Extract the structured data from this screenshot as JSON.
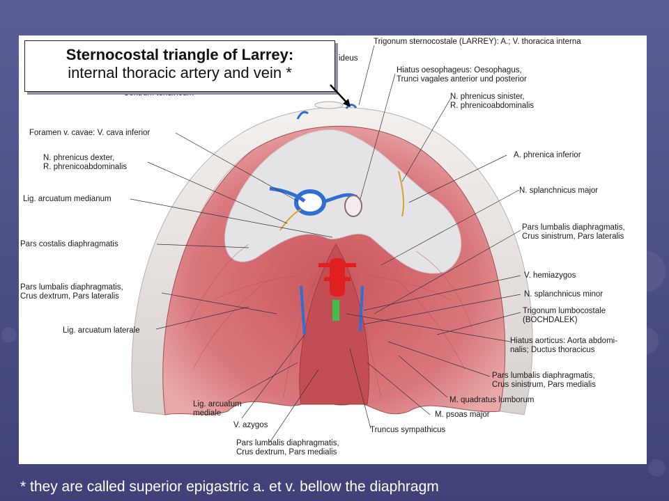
{
  "callout": {
    "title": "Sternocostal triangle of Larrey:",
    "subtitle": "internal thoracic artery and vein *"
  },
  "footnote": "* they are called superior epigastric a. et v. bellow the diaphragm",
  "labels": {
    "trigonum_sternocostale": "Trigonum sternocostale (LARREY): A.; V. thoracica interna",
    "partial_sternale": "ideus",
    "centrum_tendineum": "Centrum tendineum",
    "hiatus_oesophageus": [
      "Hiatus oesophageus: Oesophagus,",
      "Trunci vagales anterior und posterior"
    ],
    "n_phrenicus_sinister": [
      "N. phrenicus sinister,",
      "R. phrenicoabdominalis"
    ],
    "foramen_cavae": "Foramen v. cavae: V. cava inferior",
    "n_phrenicus_dexter": [
      "N. phrenicus dexter,",
      "R. phrenicoabdominalis"
    ],
    "a_phrenica_inferior": "A. phrenica inferior",
    "lig_arcuatum_medianum": "Lig. arcuatum medianum",
    "n_splanchnicus_major": "N. splanchnicus major",
    "pars_lumbalis_sin_lat": [
      "Pars lumbalis diaphragmatis,",
      "Crus sinistrum, Pars lateralis"
    ],
    "pars_costalis": "Pars costalis diaphragmatis",
    "v_hemiazygos": "V. hemiazygos",
    "pars_lumbalis_dex_lat": [
      "Pars lumbalis diaphragmatis,",
      "Crus dextrum, Pars lateralis"
    ],
    "n_splanchnicus_minor": "N. splanchnicus minor",
    "trigonum_lumbocostale": [
      "Trigonum lumbocostale",
      "(BOCHDALEK)"
    ],
    "lig_arcuatum_laterale": "Lig. arcuatum laterale",
    "hiatus_aorticus": [
      "Hiatus aorticus: Aorta abdomi-",
      "nalis; Ductus thoracicus"
    ],
    "pars_lumbalis_sin_med": [
      "Pars lumbalis diaphragmatis,",
      "Crus sinistrum, Pars medialis"
    ],
    "m_quadratus": "M. quadratus lumborum",
    "lig_arcuatum_mediale": [
      "Lig. arcuatum",
      "mediale"
    ],
    "m_psoas": "M. psoas major",
    "v_azygos": "V. azygos",
    "truncus_sympathicus": "Truncus sympathicus",
    "pars_lumbalis_dex_med": [
      "Pars lumbalis diaphragmatis,",
      "Crus dextrum, Pars medialis"
    ]
  }
}
